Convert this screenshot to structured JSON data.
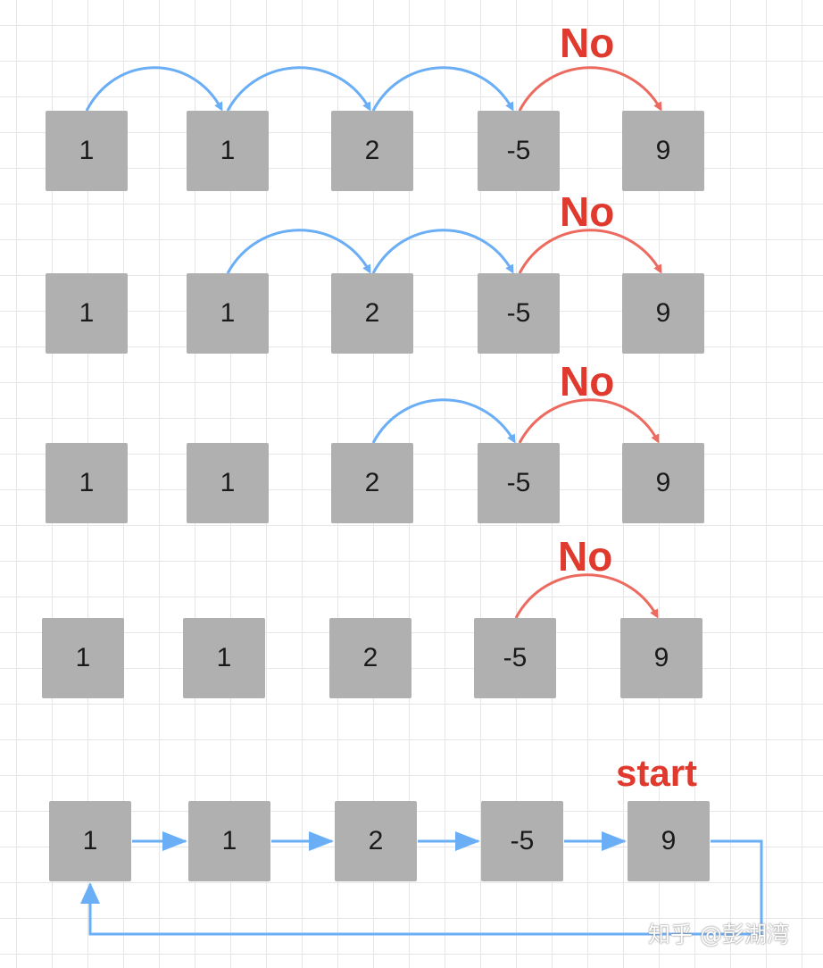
{
  "rows": [
    {
      "values": [
        "1",
        "1",
        "2",
        "-5",
        "9"
      ],
      "label": "No"
    },
    {
      "values": [
        "1",
        "1",
        "2",
        "-5",
        "9"
      ],
      "label": "No"
    },
    {
      "values": [
        "1",
        "1",
        "2",
        "-5",
        "9"
      ],
      "label": "No"
    },
    {
      "values": [
        "1",
        "1",
        "2",
        "-5",
        "9"
      ],
      "label": "No"
    },
    {
      "values": [
        "1",
        "1",
        "2",
        "-5",
        "9"
      ],
      "label": "start"
    }
  ],
  "watermark": "知乎 @彭湖湾",
  "colors": {
    "ok_arrow": "#6aaef5",
    "fail_arrow": "#ec6a5f",
    "label": "#e03a2e",
    "box": "#b0b0b0"
  }
}
